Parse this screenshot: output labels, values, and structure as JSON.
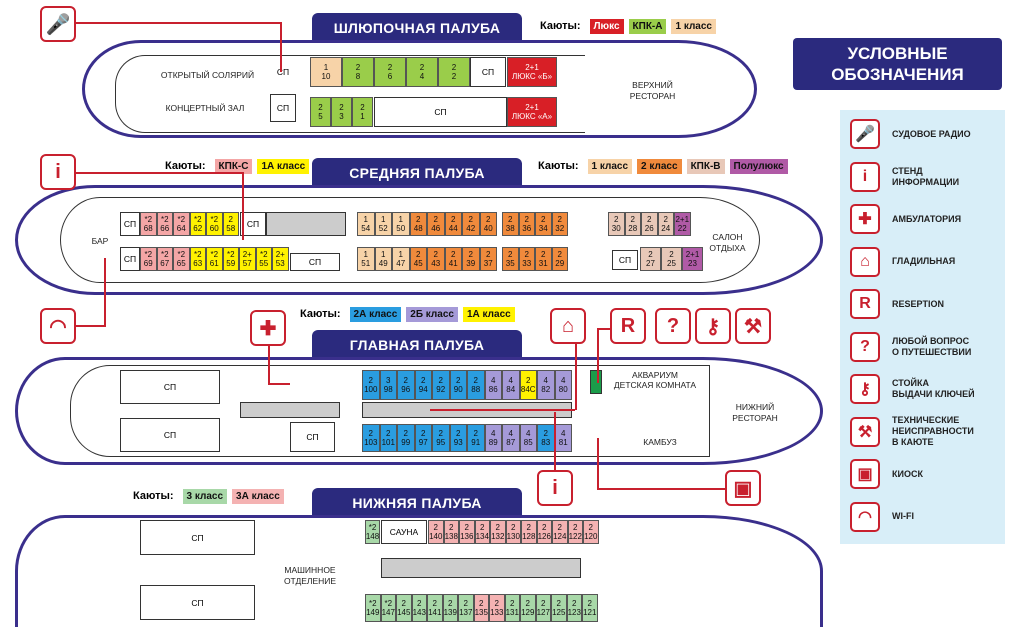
{
  "decks": {
    "boat": {
      "title": "ШЛЮПОЧНАЯ ПАЛУБА",
      "sun": "ОТКРЫТЫЙ СОЛЯРИЙ",
      "concert": "КОНЦЕРТНЫЙ ЗАЛ",
      "rest": "ВЕРХНИЙ\nРЕСТОРАН",
      "sp": "СП"
    },
    "middle": {
      "title": "СРЕДНЯЯ ПАЛУБА",
      "bar": "БАР",
      "salon": "САЛОН\nОТДЫХА",
      "sp": "СП"
    },
    "main": {
      "title": "ГЛАВНАЯ ПАЛУБА",
      "aquarium": "АКВАРИУМ",
      "kids": "ДЕТСКАЯ КОМНАТА",
      "rest": "НИЖНИЙ\nРЕСТОРАН",
      "kambuz": "КАМБУЗ",
      "sp": "СП"
    },
    "lower": {
      "title": "НИЖНЯЯ ПАЛУБА",
      "sauna": "САУНА",
      "engine": "МАШИННОЕ\nОТДЕЛЕНИЕ",
      "sp": "СП"
    }
  },
  "cabin_legends": {
    "boat": {
      "label": "Каюты:",
      "items": [
        {
          "t": "Люкс",
          "c": "#d81f26",
          "fc": "#fff"
        },
        {
          "t": "КПК-А",
          "c": "#9acd4a",
          "fc": "#111"
        },
        {
          "t": "1 класс",
          "c": "#f7d3a8",
          "fc": "#111"
        }
      ]
    },
    "middle_left": {
      "label": "Каюты:",
      "items": [
        {
          "t": "КПК-С",
          "c": "#f4a6a6",
          "fc": "#111"
        },
        {
          "t": "1А класс",
          "c": "#fff200",
          "fc": "#111"
        }
      ]
    },
    "middle_right": {
      "label": "Каюты:",
      "items": [
        {
          "t": "1 класс",
          "c": "#f7d3a8",
          "fc": "#111"
        },
        {
          "t": "2 класс",
          "c": "#f08a3c",
          "fc": "#111"
        },
        {
          "t": "КПК-В",
          "c": "#e8c8b8",
          "fc": "#111"
        },
        {
          "t": "Полулюкс",
          "c": "#b05aa6",
          "fc": "#111"
        }
      ]
    },
    "main": {
      "label": "Каюты:",
      "items": [
        {
          "t": "2А класс",
          "c": "#2a9de0",
          "fc": "#111"
        },
        {
          "t": "2Б класс",
          "c": "#a59ad8",
          "fc": "#111"
        },
        {
          "t": "1А класс",
          "c": "#fff200",
          "fc": "#111"
        }
      ]
    },
    "lower": {
      "label": "Каюты:",
      "items": [
        {
          "t": "3 класс",
          "c": "#a8d8a8",
          "fc": "#111"
        },
        {
          "t": "3А класс",
          "c": "#f4b2b2",
          "fc": "#111"
        }
      ]
    }
  },
  "legend": {
    "title": "УСЛОВНЫЕ\nОБОЗНАЧЕНИЯ",
    "items": [
      {
        "icon": "radio-icon",
        "glyph": "🎤",
        "text": "СУДОВОЕ РАДИО"
      },
      {
        "icon": "info-icon",
        "glyph": "i",
        "text": "СТЕНД\nИНФОРМАЦИИ"
      },
      {
        "icon": "first-aid-icon",
        "glyph": "✚",
        "text": "АМБУЛАТОРИЯ"
      },
      {
        "icon": "iron-icon",
        "glyph": "⌂",
        "text": "ГЛАДИЛЬНАЯ"
      },
      {
        "icon": "reception-icon",
        "glyph": "R",
        "text": "RESEPTION"
      },
      {
        "icon": "question-icon",
        "glyph": "?",
        "text": "ЛЮБОЙ ВОПРОС\nО ПУТЕШЕСТВИИ"
      },
      {
        "icon": "key-icon",
        "glyph": "⚷",
        "text": "СТОЙКА\nВЫДАЧИ КЛЮЧЕЙ"
      },
      {
        "icon": "wrench-icon",
        "glyph": "⚒",
        "text": "ТЕХНИЧЕСКИЕ\nНЕИСПРАВНОСТИ\nВ КАЮТЕ"
      },
      {
        "icon": "kiosk-icon",
        "glyph": "▣",
        "text": "КИОСК"
      },
      {
        "icon": "wifi-icon",
        "glyph": "◠",
        "text": "WI-FI"
      }
    ]
  },
  "cabins": {
    "boat_top": [
      [
        "1\n10",
        "#f7d3a8"
      ],
      [
        "2\n8",
        "#9acd4a"
      ],
      [
        "2\n6",
        "#9acd4a"
      ],
      [
        "2\n4",
        "#9acd4a"
      ],
      [
        "2\n2",
        "#9acd4a"
      ]
    ],
    "boat_top_sp": "СП",
    "boat_lux_b": "2+1\nЛЮКС «Б»",
    "boat_bot": [
      [
        "2\n5",
        "#9acd4a"
      ],
      [
        "2\n3",
        "#9acd4a"
      ],
      [
        "2\n1",
        "#9acd4a"
      ]
    ],
    "boat_lux_a": "2+1\nЛЮКС «А»",
    "mid_top_left": [
      [
        "*2\n68",
        "#f4a6a6"
      ],
      [
        "*2\n66",
        "#f4a6a6"
      ],
      [
        "*2\n64",
        "#f4a6a6"
      ],
      [
        "*2\n62",
        "#fff200"
      ],
      [
        "*2\n60",
        "#fff200"
      ],
      [
        "2\n58",
        "#fff200"
      ]
    ],
    "mid_bot_left": [
      [
        "*2\n69",
        "#f4a6a6"
      ],
      [
        "*2\n67",
        "#f4a6a6"
      ],
      [
        "*2\n65",
        "#f4a6a6"
      ],
      [
        "*2\n63",
        "#fff200"
      ],
      [
        "*2\n61",
        "#fff200"
      ],
      [
        "*2\n59",
        "#fff200"
      ],
      [
        "2+\n57",
        "#fff200"
      ],
      [
        "*2\n55",
        "#fff200"
      ],
      [
        "2+\n53",
        "#fff200"
      ]
    ],
    "mid_top_right": [
      [
        "1\n54",
        "#f7d3a8"
      ],
      [
        "1\n52",
        "#f7d3a8"
      ],
      [
        "1\n50",
        "#f7d3a8"
      ],
      [
        "2\n48",
        "#f08a3c"
      ],
      [
        "2\n46",
        "#f08a3c"
      ],
      [
        "2\n44",
        "#f08a3c"
      ],
      [
        "2\n42",
        "#f08a3c"
      ],
      [
        "2\n40",
        "#f08a3c"
      ]
    ],
    "mid_top_r2": [
      [
        "2\n38",
        "#f08a3c"
      ],
      [
        "2\n36",
        "#f08a3c"
      ],
      [
        "2\n34",
        "#f08a3c"
      ],
      [
        "2\n32",
        "#f08a3c"
      ]
    ],
    "mid_bot_right": [
      [
        "1\n51",
        "#f7d3a8"
      ],
      [
        "1\n49",
        "#f7d3a8"
      ],
      [
        "1\n47",
        "#f7d3a8"
      ],
      [
        "2\n45",
        "#f08a3c"
      ],
      [
        "2\n43",
        "#f08a3c"
      ],
      [
        "2\n41",
        "#f08a3c"
      ],
      [
        "2\n39",
        "#f08a3c"
      ],
      [
        "2\n37",
        "#f08a3c"
      ]
    ],
    "mid_bot_r2": [
      [
        "2\n35",
        "#f08a3c"
      ],
      [
        "2\n33",
        "#f08a3c"
      ],
      [
        "2\n31",
        "#f08a3c"
      ],
      [
        "2\n29",
        "#f08a3c"
      ]
    ],
    "mid_top_bow": [
      [
        "2\n30",
        "#e8c8b8"
      ],
      [
        "2\n28",
        "#e8c8b8"
      ],
      [
        "2\n26",
        "#e8c8b8"
      ],
      [
        "2\n24",
        "#e8c8b8"
      ],
      [
        "2+1\n22",
        "#b05aa6"
      ]
    ],
    "mid_bot_bow": [
      [
        "2\n27",
        "#e8c8b8"
      ],
      [
        "2\n25",
        "#e8c8b8"
      ],
      [
        "2+1\n23",
        "#b05aa6"
      ]
    ],
    "main_top": [
      [
        "2\n100",
        "#2a9de0"
      ],
      [
        "3\n98",
        "#2a9de0"
      ],
      [
        "2\n96",
        "#2a9de0"
      ],
      [
        "2\n94",
        "#2a9de0"
      ],
      [
        "2\n92",
        "#2a9de0"
      ],
      [
        "2\n90",
        "#2a9de0"
      ],
      [
        "2\n88",
        "#2a9de0"
      ],
      [
        "4\n86",
        "#a59ad8"
      ],
      [
        "4\n84",
        "#a59ad8"
      ],
      [
        "2\n84C",
        "#fff200"
      ],
      [
        "4\n82",
        "#a59ad8"
      ],
      [
        "4\n80",
        "#a59ad8"
      ]
    ],
    "main_bot": [
      [
        "2\n103",
        "#2a9de0"
      ],
      [
        "2\n101",
        "#2a9de0"
      ],
      [
        "2\n99",
        "#2a9de0"
      ],
      [
        "2\n97",
        "#2a9de0"
      ],
      [
        "2\n95",
        "#2a9de0"
      ],
      [
        "2\n93",
        "#2a9de0"
      ],
      [
        "2\n91",
        "#2a9de0"
      ],
      [
        "4\n89",
        "#a59ad8"
      ],
      [
        "4\n87",
        "#a59ad8"
      ],
      [
        "4\n85",
        "#a59ad8"
      ],
      [
        "2\n83",
        "#2a9de0"
      ],
      [
        "4\n81",
        "#a59ad8"
      ]
    ],
    "low_top": [
      [
        "2\n140",
        "#f4b2b2"
      ],
      [
        "2\n138",
        "#f4b2b2"
      ],
      [
        "2\n136",
        "#f4b2b2"
      ],
      [
        "2\n134",
        "#f4b2b2"
      ],
      [
        "2\n132",
        "#f4b2b2"
      ],
      [
        "2\n130",
        "#f4b2b2"
      ],
      [
        "2\n128",
        "#f4b2b2"
      ],
      [
        "2\n126",
        "#f4b2b2"
      ],
      [
        "2\n124",
        "#f4b2b2"
      ],
      [
        "2\n122",
        "#f4b2b2"
      ],
      [
        "2\n120",
        "#f4b2b2"
      ]
    ],
    "low_top_left": [
      [
        "*2\n148",
        "#a8d8a8"
      ]
    ],
    "low_bot": [
      [
        "*2\n149",
        "#a8d8a8"
      ],
      [
        "*2\n147",
        "#a8d8a8"
      ],
      [
        "2\n145",
        "#a8d8a8"
      ],
      [
        "2\n143",
        "#a8d8a8"
      ],
      [
        "2\n141",
        "#a8d8a8"
      ],
      [
        "2\n139",
        "#a8d8a8"
      ],
      [
        "2\n137",
        "#a8d8a8"
      ],
      [
        "2\n135",
        "#f4b2b2"
      ],
      [
        "2\n133",
        "#f4b2b2"
      ],
      [
        "2\n131",
        "#a8d8a8"
      ],
      [
        "2\n129",
        "#a8d8a8"
      ],
      [
        "2\n127",
        "#a8d8a8"
      ],
      [
        "2\n125",
        "#a8d8a8"
      ],
      [
        "2\n123",
        "#a8d8a8"
      ],
      [
        "2\n121",
        "#a8d8a8"
      ]
    ]
  }
}
